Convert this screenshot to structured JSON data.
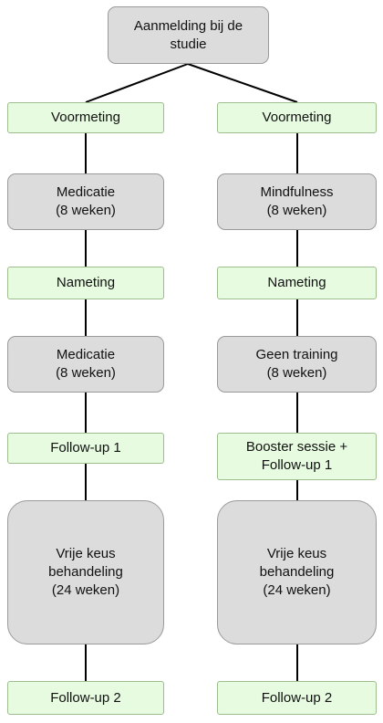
{
  "diagram": {
    "top": {
      "label": "Aanmelding bij de\nstudie"
    },
    "left": {
      "step1": "Voormeting",
      "step2": "Medicatie\n(8 weken)",
      "step3": "Nameting",
      "step4": "Medicatie\n(8 weken)",
      "step5": "Follow-up 1",
      "step6": "Vrije keus\nbehandeling\n(24 weken)",
      "step7": "Follow-up 2"
    },
    "right": {
      "step1": "Voormeting",
      "step2": "Mindfulness\n(8 weken)",
      "step3": "Nameting",
      "step4": "Geen training\n(8 weken)",
      "step5": "Booster sessie +\nFollow-up 1",
      "step6": "Vrije keus\nbehandeling\n(24 weken)",
      "step7": "Follow-up 2"
    },
    "colors": {
      "grey_fill": "#dcdcdc",
      "grey_border": "#9a9a9a",
      "green_fill": "#e6fbe0",
      "green_border": "#9dbd8f",
      "connector": "#000000"
    }
  }
}
